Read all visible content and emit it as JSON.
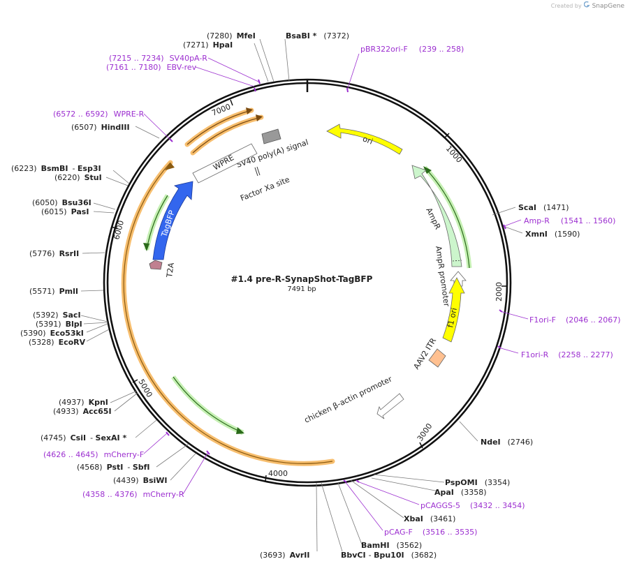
{
  "credit": {
    "prefix": "Created by",
    "brand": "SnapGene"
  },
  "plasmid": {
    "name": "#1.4 pre-R-SynapShot-TagBFP",
    "size": "7491 bp"
  },
  "ticks": [
    "1000",
    "2000",
    "3000",
    "4000",
    "5000",
    "6000",
    "7000"
  ],
  "colors": {
    "primer": "#9c2fd0",
    "ori": "#ffff00",
    "ampr": "#ccf5cc",
    "tagbfp": "#3366ee",
    "itr": "#ffc090",
    "polyA": "#999999",
    "t2a": "#c08090",
    "orange_feature": "#f7be6e"
  },
  "features": [
    {
      "name": "ori",
      "label": "ori"
    },
    {
      "name": "ampr",
      "label": "AmpR"
    },
    {
      "name": "ampr-promoter",
      "label": "AmpR promoter"
    },
    {
      "name": "f1-ori",
      "label": "f1 ori"
    },
    {
      "name": "aav2-itr",
      "label": "AAV2 ITR"
    },
    {
      "name": "chicken-actin-promoter",
      "label": "chicken β-actin promoter"
    },
    {
      "name": "tagbfp",
      "label": "TagBFP"
    },
    {
      "name": "t2a",
      "label": "T2A"
    },
    {
      "name": "wpre",
      "label": "WPRE"
    },
    {
      "name": "sv40-polya",
      "label": "SV40 poly(A) signal"
    },
    {
      "name": "factor-xa",
      "label": "Factor Xa site"
    }
  ],
  "sites": [
    {
      "n": "MfeI",
      "p": "(7280)"
    },
    {
      "n": "BsaBI *",
      "p": "(7372)"
    },
    {
      "n": "HpaI",
      "p": "(7271)"
    },
    {
      "n": "HindIII",
      "p": "(6507)"
    },
    {
      "n": "BsmBI",
      "p": "(6223)",
      "n2": "Esp3I"
    },
    {
      "n": "StuI",
      "p": "(6220)"
    },
    {
      "n": "Bsu36I",
      "p": "(6050)"
    },
    {
      "n": "PasI",
      "p": "(6015)"
    },
    {
      "n": "RsrII",
      "p": "(5776)"
    },
    {
      "n": "PmlI",
      "p": "(5571)"
    },
    {
      "n": "SacI",
      "p": "(5392)"
    },
    {
      "n": "BlpI",
      "p": "(5391)"
    },
    {
      "n": "Eco53kI",
      "p": "(5390)"
    },
    {
      "n": "EcoRV",
      "p": "(5328)"
    },
    {
      "n": "KpnI",
      "p": "(4937)"
    },
    {
      "n": "Acc65I",
      "p": "(4933)"
    },
    {
      "n": "CsiI",
      "p": "(4745)",
      "n2": "SexAI *"
    },
    {
      "n": "PstI",
      "p": "(4568)",
      "n2": "SbfI"
    },
    {
      "n": "BsiWI",
      "p": "(4439)"
    },
    {
      "n": "ScaI",
      "p": "(1471)"
    },
    {
      "n": "XmnI",
      "p": "(1590)"
    },
    {
      "n": "NdeI",
      "p": "(2746)"
    },
    {
      "n": "PspOMI",
      "p": "(3354)"
    },
    {
      "n": "ApaI",
      "p": "(3358)"
    },
    {
      "n": "XbaI",
      "p": "(3461)"
    },
    {
      "n": "BamHI",
      "p": "(3562)"
    },
    {
      "n": "AvrII",
      "p": "(3693)"
    },
    {
      "n": "BbvCI",
      "p": "(3682)",
      "n2": "Bpu10I"
    }
  ],
  "primers": [
    {
      "n": "SV40pA-R",
      "p": "(7215 .. 7234)"
    },
    {
      "n": "EBV-rev",
      "p": "(7161 .. 7180)"
    },
    {
      "n": "pBR322ori-F",
      "p": "(239 .. 258)"
    },
    {
      "n": "WPRE-R",
      "p": "(6572 .. 6592)"
    },
    {
      "n": "Amp-R",
      "p": "(1541 .. 1560)"
    },
    {
      "n": "F1ori-F",
      "p": "(2046 .. 2067)"
    },
    {
      "n": "F1ori-R",
      "p": "(2258 .. 2277)"
    },
    {
      "n": "mCherry-F",
      "p": "(4626 .. 4645)"
    },
    {
      "n": "mCherry-R",
      "p": "(4358 .. 4376)"
    },
    {
      "n": "pCAGGS-5",
      "p": "(3432 .. 3454)"
    },
    {
      "n": "pCAG-F",
      "p": "(3516 .. 3535)"
    }
  ]
}
